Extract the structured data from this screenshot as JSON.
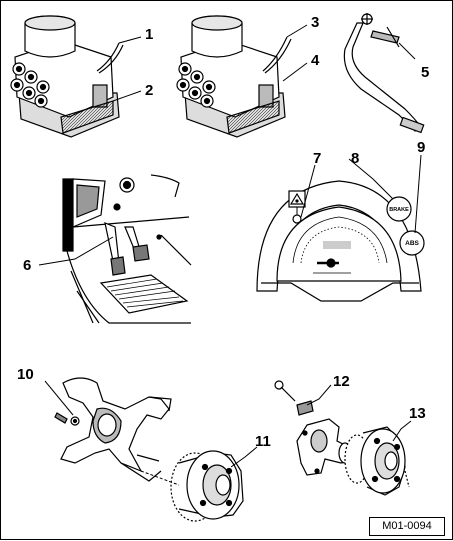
{
  "callouts": [
    "1",
    "2",
    "3",
    "4",
    "5",
    "6",
    "7",
    "8",
    "9",
    "10",
    "11",
    "12",
    "13"
  ],
  "reference_code": "M01-0094",
  "warning_lamps": {
    "brake": "BRAKE",
    "abs": "ABS"
  },
  "colors": {
    "ink": "#000000",
    "paper": "#ffffff",
    "shade": "#b8b8b8",
    "dark_shade": "#6e6e6e"
  }
}
